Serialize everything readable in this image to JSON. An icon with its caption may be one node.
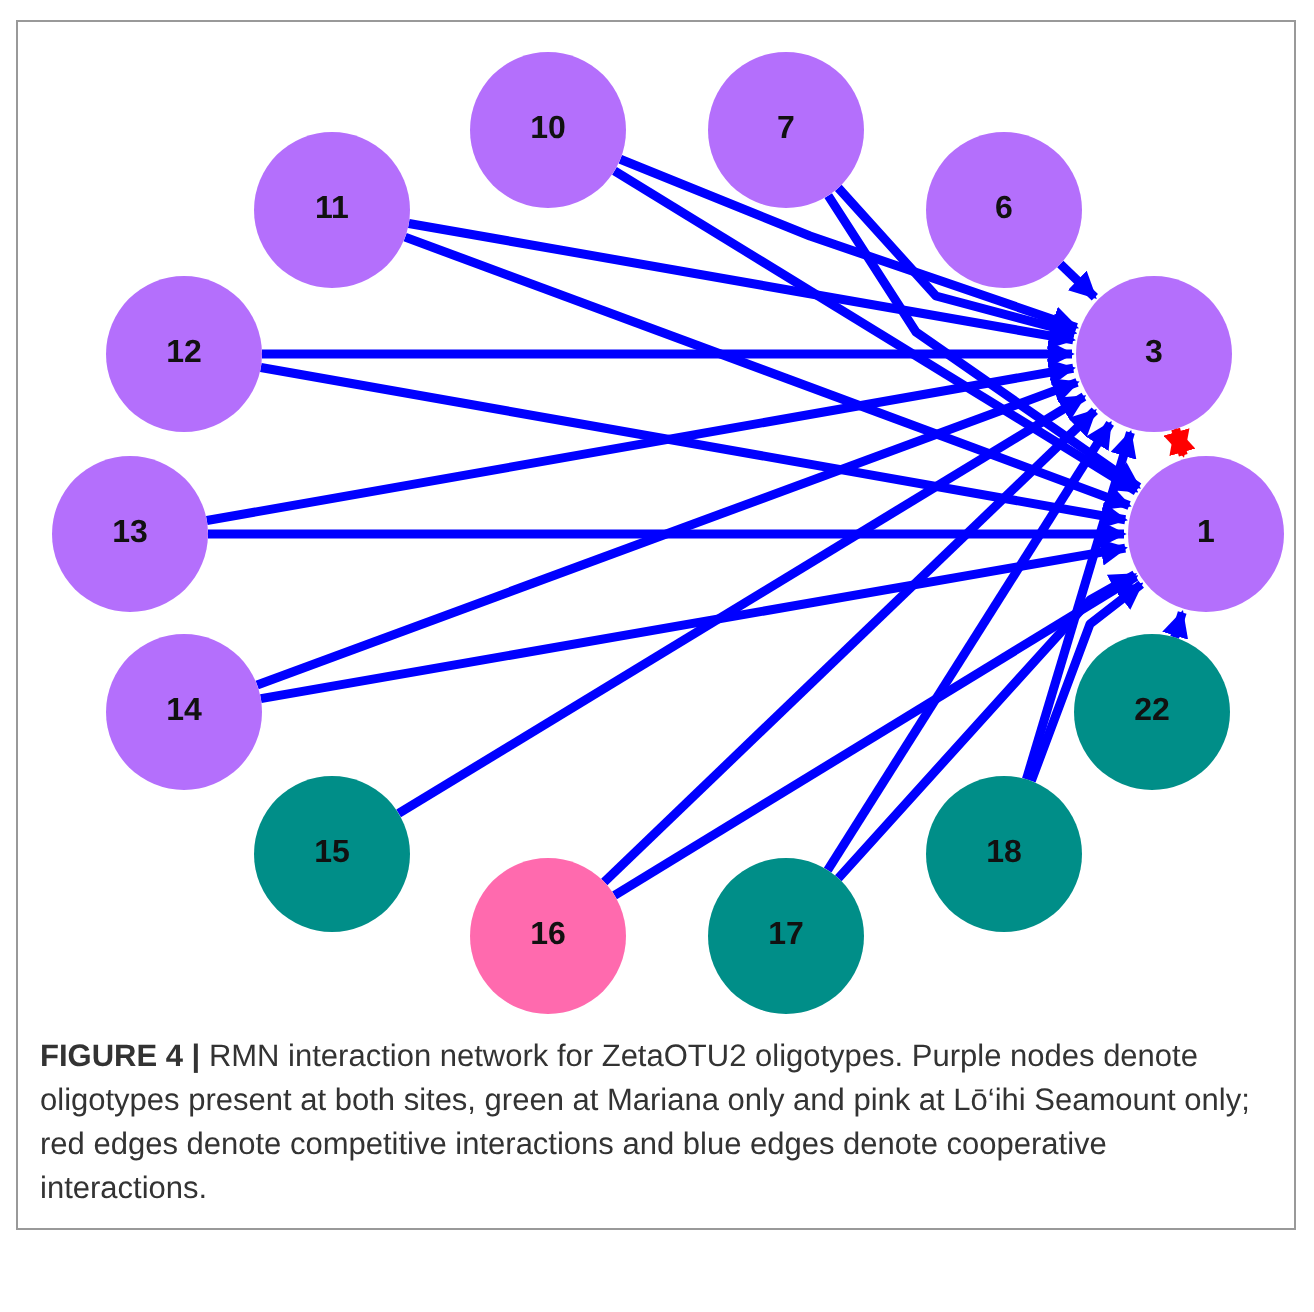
{
  "diagram": {
    "caption": "**FIGURE 4 |** RMN interaction network for ZetaOTU2 oligotypes. Purple nodes denote oligotypes present at both sites, green at Mariana only and pink at Lō‘ihi Seamount only; red edges denote competitive interactions and blue edges denote cooperative interactions.",
    "nodes": [
      {
        "text": [
          "10"
        ]
      },
      {
        "text": [
          "7"
        ]
      },
      {
        "text": [
          "6"
        ]
      },
      {
        "text": [
          "3"
        ]
      },
      {
        "text": [
          "1"
        ]
      },
      {
        "text": [
          "22"
        ]
      },
      {
        "text": [
          "18"
        ]
      },
      {
        "text": [
          "17"
        ]
      },
      {
        "text": [
          "16"
        ]
      },
      {
        "text": [
          "15"
        ]
      },
      {
        "text": [
          "14"
        ]
      },
      {
        "text": [
          "13"
        ]
      },
      {
        "text": [
          "12"
        ]
      },
      {
        "text": [
          "11"
        ]
      }
    ],
    "edges": [
      {
        "from": 0,
        "to": 3,
        "arrow": "to"
      },
      {
        "from": 0,
        "to": 4,
        "arrow": "to"
      },
      {
        "from": 1,
        "to": 3,
        "arrow": "to"
      },
      {
        "from": 1,
        "to": 4,
        "arrow": "to"
      },
      {
        "from": 2,
        "to": 3,
        "arrow": "to"
      },
      {
        "from": 13,
        "to": 3,
        "arrow": "to"
      },
      {
        "from": 13,
        "to": 4,
        "arrow": "to"
      },
      {
        "from": 12,
        "to": 3,
        "arrow": "to"
      },
      {
        "from": 12,
        "to": 4,
        "arrow": "to"
      },
      {
        "from": 11,
        "to": 3,
        "arrow": "to"
      },
      {
        "from": 11,
        "to": 4,
        "arrow": "to"
      },
      {
        "from": 10,
        "to": 3,
        "arrow": "to"
      },
      {
        "from": 10,
        "to": 4,
        "arrow": "to"
      },
      {
        "from": 9,
        "to": 3,
        "arrow": "to"
      },
      {
        "from": 8,
        "to": 3,
        "arrow": "to"
      },
      {
        "from": 8,
        "to": 4,
        "arrow": "to"
      },
      {
        "from": 7,
        "to": 3,
        "arrow": "to"
      },
      {
        "from": 7,
        "to": 4,
        "arrow": "to"
      },
      {
        "from": 6,
        "to": 3,
        "arrow": "to"
      },
      {
        "from": 6,
        "to": 4,
        "arrow": "to"
      },
      {
        "from": 5,
        "to": 4,
        "arrow": "to"
      },
      {
        "from": 3,
        "to": 4,
        "arrow": "both",
        "color": "#ff0000"
      }
    ]
  }
}
